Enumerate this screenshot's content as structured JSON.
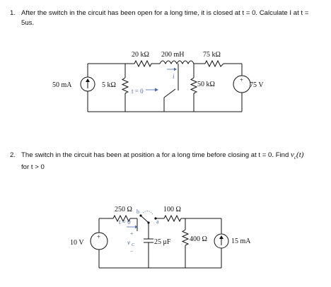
{
  "questions": [
    {
      "number": "1.",
      "line1": "After the switch in the circuit has been open for a long time, it is closed at t = 0. Calculate I at t =",
      "line2": "5us.",
      "circuit": {
        "source_current": "50 mA",
        "r_shunt": "5 kΩ",
        "r_series": "20 kΩ",
        "inductor": "200 mH",
        "inductor_current": "i",
        "switch_label": "t = 0",
        "r_right_series": "75 kΩ",
        "r_right_shunt": "50 kΩ",
        "source_voltage": "75 V",
        "plus": "+"
      }
    },
    {
      "number": "2.",
      "line1": "The switch in the circuit has been at position a for a long time before closing at t = 0. Find",
      "var_v": "v",
      "var_sub": "c",
      "var_arg": "(t)",
      "line2": "for t > 0",
      "circuit": {
        "source_voltage": "10 V",
        "r1": "250 Ω",
        "switch_b": "b",
        "switch_a": "a",
        "switch_label": "t = 0",
        "r2": "100 Ω",
        "cap_voltage_v": "v",
        "cap_voltage_sub": "C",
        "cap_plus": "+",
        "cap_minus": "−",
        "capacitor": "25 μF",
        "r3": "400 Ω",
        "source_current": "15 mA",
        "plus": "+"
      }
    }
  ]
}
